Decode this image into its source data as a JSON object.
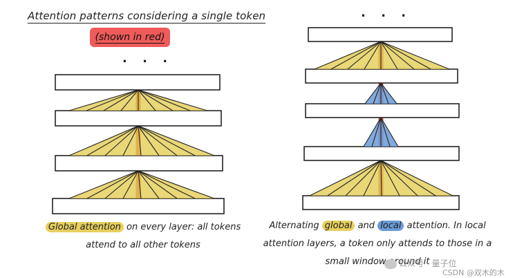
{
  "title": "Attention patterns considering a single token",
  "badge": "(shown in red)",
  "ellipsis": ". . .",
  "left_caption": {
    "highlight": "Global attention",
    "line1_rest": " on every layer: all tokens",
    "line2": "attend to all other tokens"
  },
  "right_caption": {
    "prefix": "Alternating ",
    "global": "global",
    "and": " and ",
    "local": "local",
    "line1_rest": " attention. In local",
    "line2": "attention layers, a token only attends to those in a",
    "line3": "small window around it"
  },
  "watermark": {
    "brand": "公众号 · 量子位",
    "credit": "CSDN @双木的木"
  },
  "colors": {
    "global": "#e2c94b",
    "local": "#6b9ad6",
    "token": "#e0664f"
  }
}
